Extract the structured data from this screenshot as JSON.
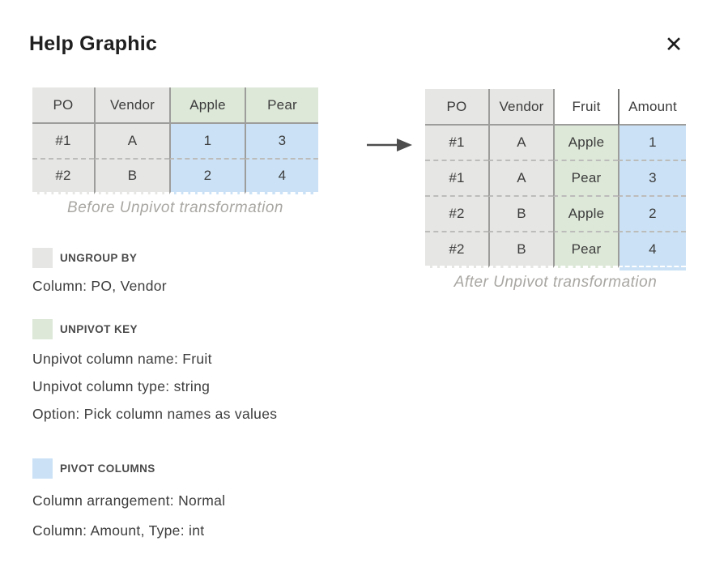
{
  "dialog": {
    "title": "Help Graphic"
  },
  "icons": {
    "close": "✕",
    "arrow_right": "→"
  },
  "before_table": {
    "caption": "Before Unpivot transformation",
    "headers": [
      "PO",
      "Vendor",
      "Apple",
      "Pear"
    ],
    "rows": [
      [
        "#1",
        "A",
        "1",
        "3"
      ],
      [
        "#2",
        "B",
        "2",
        "4"
      ]
    ]
  },
  "after_table": {
    "caption": "After Unpivot transformation",
    "headers": [
      "PO",
      "Vendor",
      "Fruit",
      "Amount"
    ],
    "rows": [
      [
        "#1",
        "A",
        "Apple",
        "1"
      ],
      [
        "#1",
        "A",
        "Pear",
        "3"
      ],
      [
        "#2",
        "B",
        "Apple",
        "2"
      ],
      [
        "#2",
        "B",
        "Pear",
        "4"
      ]
    ]
  },
  "legend": {
    "sections": [
      {
        "label": "UNGROUP BY",
        "swatch_color": "gray",
        "lines": [
          "Column: PO, Vendor"
        ]
      },
      {
        "label": "UNPIVOT KEY",
        "swatch_color": "green",
        "lines": [
          "Unpivot column name: Fruit",
          "Unpivot column type: string",
          "Option: Pick column names as values"
        ]
      },
      {
        "label": "PIVOT COLUMNS",
        "swatch_color": "blue",
        "lines": [
          "Column arrangement: Normal",
          "Column: Amount, Type: int"
        ]
      }
    ]
  },
  "colors": {
    "gray": "#e6e6e4",
    "green": "#dde8d8",
    "blue": "#cbe2f6",
    "line": "#9d9d9b",
    "line_dark": "#757573",
    "dash": "#bcbcba",
    "text": "#3d3d3d",
    "caption": "#a9a7a3",
    "title": "#1f1f1f",
    "label": "#4a4a4a",
    "arrow": "#4d4d4d"
  }
}
